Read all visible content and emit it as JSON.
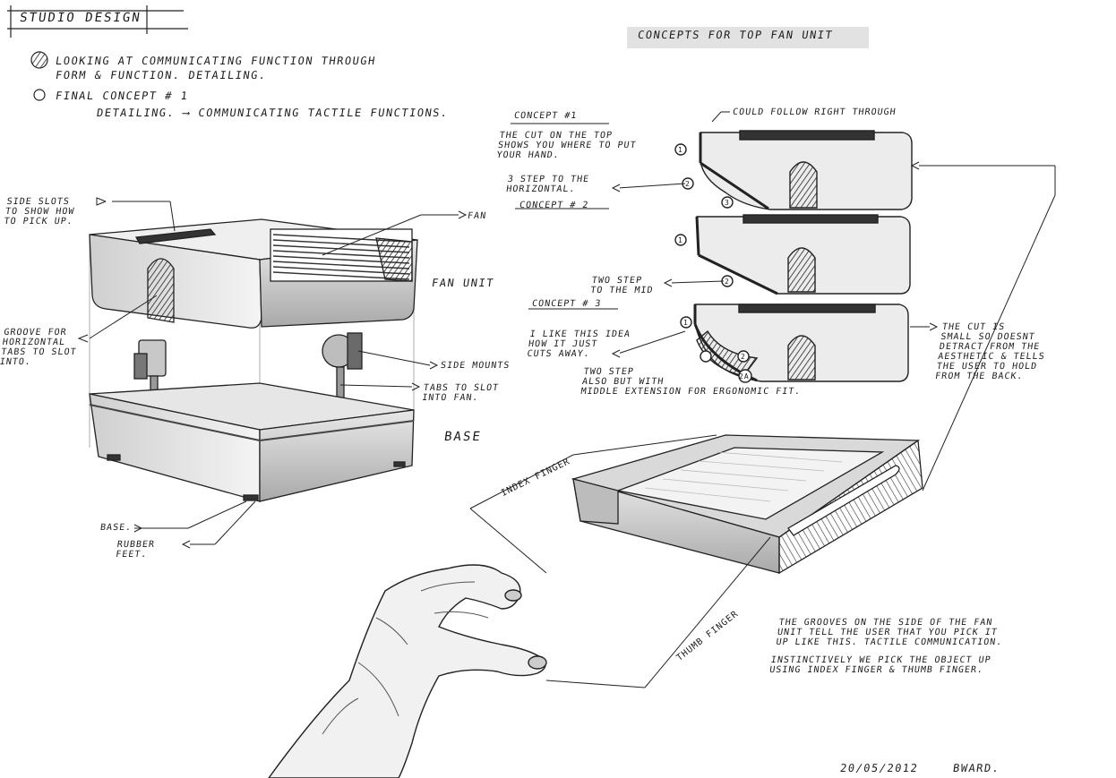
{
  "sheet_title": "STUDIO DESIGN",
  "header_title": "CONCEPTS FOR TOP FAN UNIT",
  "notes": {
    "note1_line1": "LOOKING AT COMMUNICATING FUNCTION THROUGH",
    "note1_line2": "FORM & FUNCTION. DETAILING.",
    "note2_line1": "FINAL CONCEPT # 1",
    "note2_line2": "DETAILING. ⟶ COMMUNICATING TACTILE FUNCTIONS."
  },
  "left_labels": {
    "side_slots": "SIDE SLOTS\nTO SHOW HOW\nTO PICK UP.",
    "fan": "FAN",
    "fan_unit": "FAN UNIT",
    "groove": "GROOVE FOR\nHORIZONTAL\nTABS TO SLOT\nINTO.",
    "side_mounts": "SIDE MOUNTS",
    "tabs": "TABS TO SLOT\nINTO FAN.",
    "base_right": "BASE",
    "base_left": "BASE.",
    "rubber_feet": "RUBBER\nFEET."
  },
  "concepts": {
    "concept1_title": "CONCEPT #1",
    "concept1_text": "THE CUT ON THE TOP\nSHOWS YOU WHERE TO PUT\nYOUR HAND.",
    "concept1_step": "3 STEP TO THE\nHORIZONTAL.",
    "follow_through": "COULD FOLLOW RIGHT THROUGH",
    "concept2_title": "CONCEPT # 2",
    "concept2_step": "TWO STEP\nTO THE MID",
    "concept3_title": "CONCEPT # 3",
    "concept3_text": "I LIKE THIS IDEA\nHOW IT JUST\nCUTS AWAY.",
    "concept3_step": "TWO STEP\nALSO BUT WITH\nMIDDLE EXTENSION FOR ERGONOMIC FIT.",
    "cut_note": "THE CUT IS\nSMALL SO DOESNT\nDETRACT FROM THE\nAESTHETIC & TELLS\nTHE USER TO HOLD\nFROM THE BACK."
  },
  "markers": [
    "1",
    "2",
    "3",
    "1",
    "2",
    "1",
    "2",
    "2A"
  ],
  "bottom": {
    "index_finger": "INDEX FINGER",
    "thumb_finger": "THUMB FINGER",
    "grooves_note": "THE GROOVES ON THE SIDE OF THE FAN\nUNIT TELL THE USER THAT YOU PICK IT\nUP LIKE THIS. TACTILE COMMUNICATION.",
    "instinct_note": "INSTINCTIVELY WE PICK THE OBJECT UP\nUSING INDEX FINGER & THUMB FINGER.",
    "date": "20/05/2012",
    "signature": "BWARD."
  },
  "colors": {
    "ink": "#1c1c1c",
    "marker_grey": "#b9b9b9",
    "paper": "#ffffff"
  }
}
